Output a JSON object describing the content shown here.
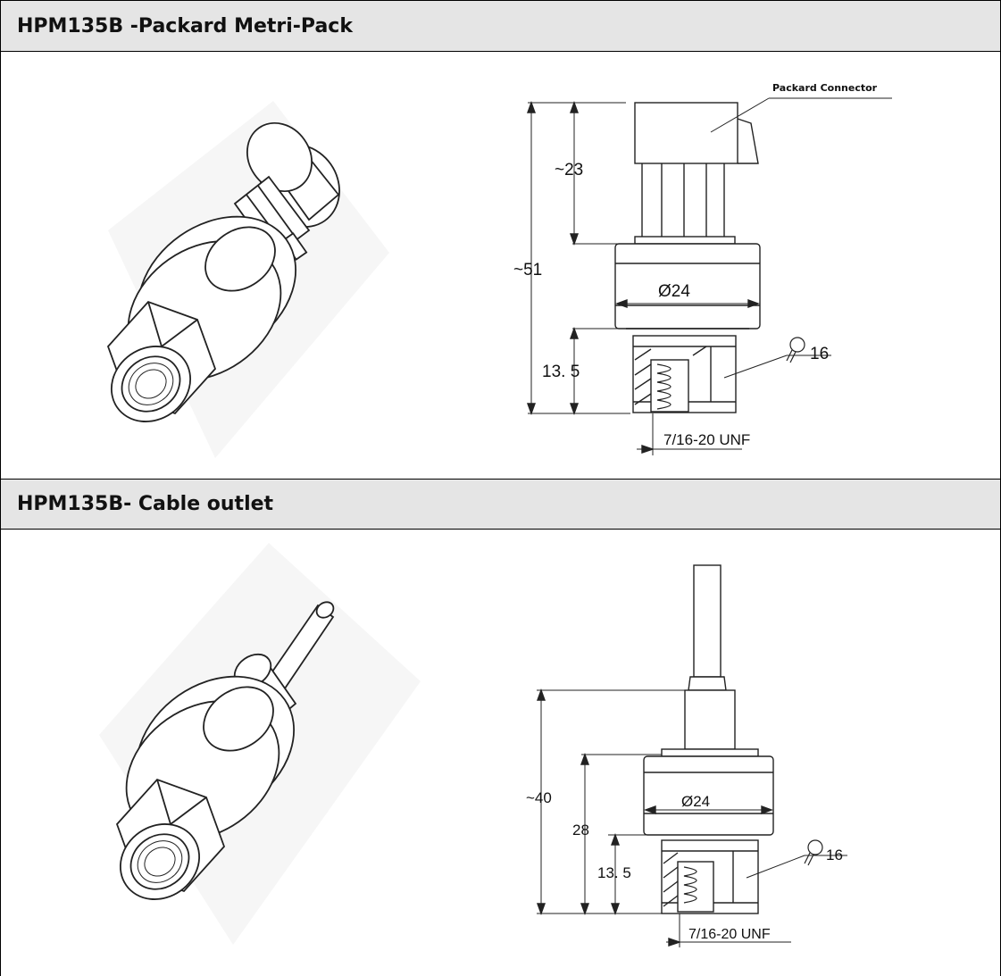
{
  "sections": [
    {
      "title": "HPM135B -Packard Metri-Pack",
      "labels": {
        "connector": "Packard Connector",
        "length_connector": "~23",
        "total_length": "~51",
        "diameter": "Ø24",
        "hex_height": "13. 5",
        "wrench": "16",
        "thread": "7/16-20  UNF"
      }
    },
    {
      "title": "HPM135B- Cable outlet",
      "labels": {
        "total_length": "~40",
        "body_height": "28",
        "diameter": "Ø24",
        "hex_height": "13. 5",
        "wrench": "16",
        "thread": "7/16-20  UNF"
      }
    }
  ],
  "colors": {
    "header_bg": "#e5e5e5",
    "border": "#000000",
    "line": "#222222"
  },
  "icons": [
    "wrench-icon"
  ]
}
